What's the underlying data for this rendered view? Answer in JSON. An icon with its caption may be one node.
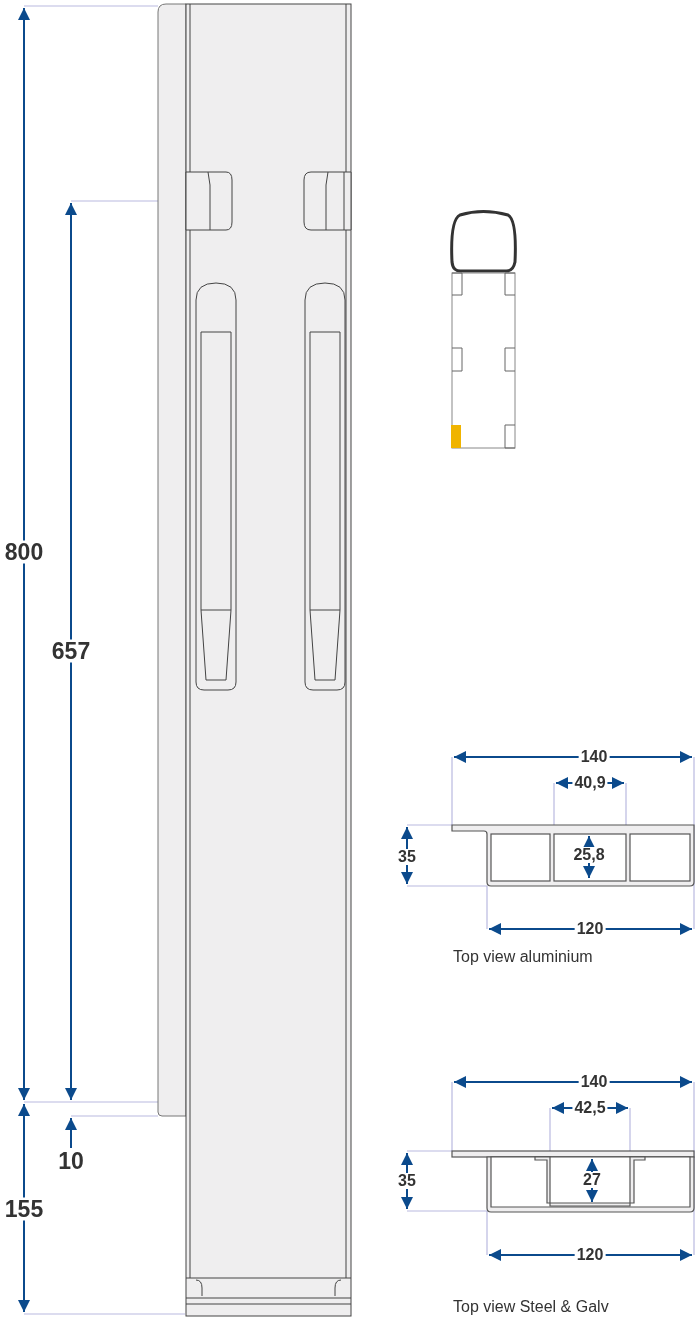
{
  "diagram": {
    "labels": [
      "800",
      "657",
      "140",
      "40,9",
      "35",
      "25,8",
      "120",
      "Top view aluminium",
      "140",
      "42,5",
      "10",
      "35",
      "27",
      "155",
      "120",
      "Top view Steel & Galv"
    ]
  }
}
